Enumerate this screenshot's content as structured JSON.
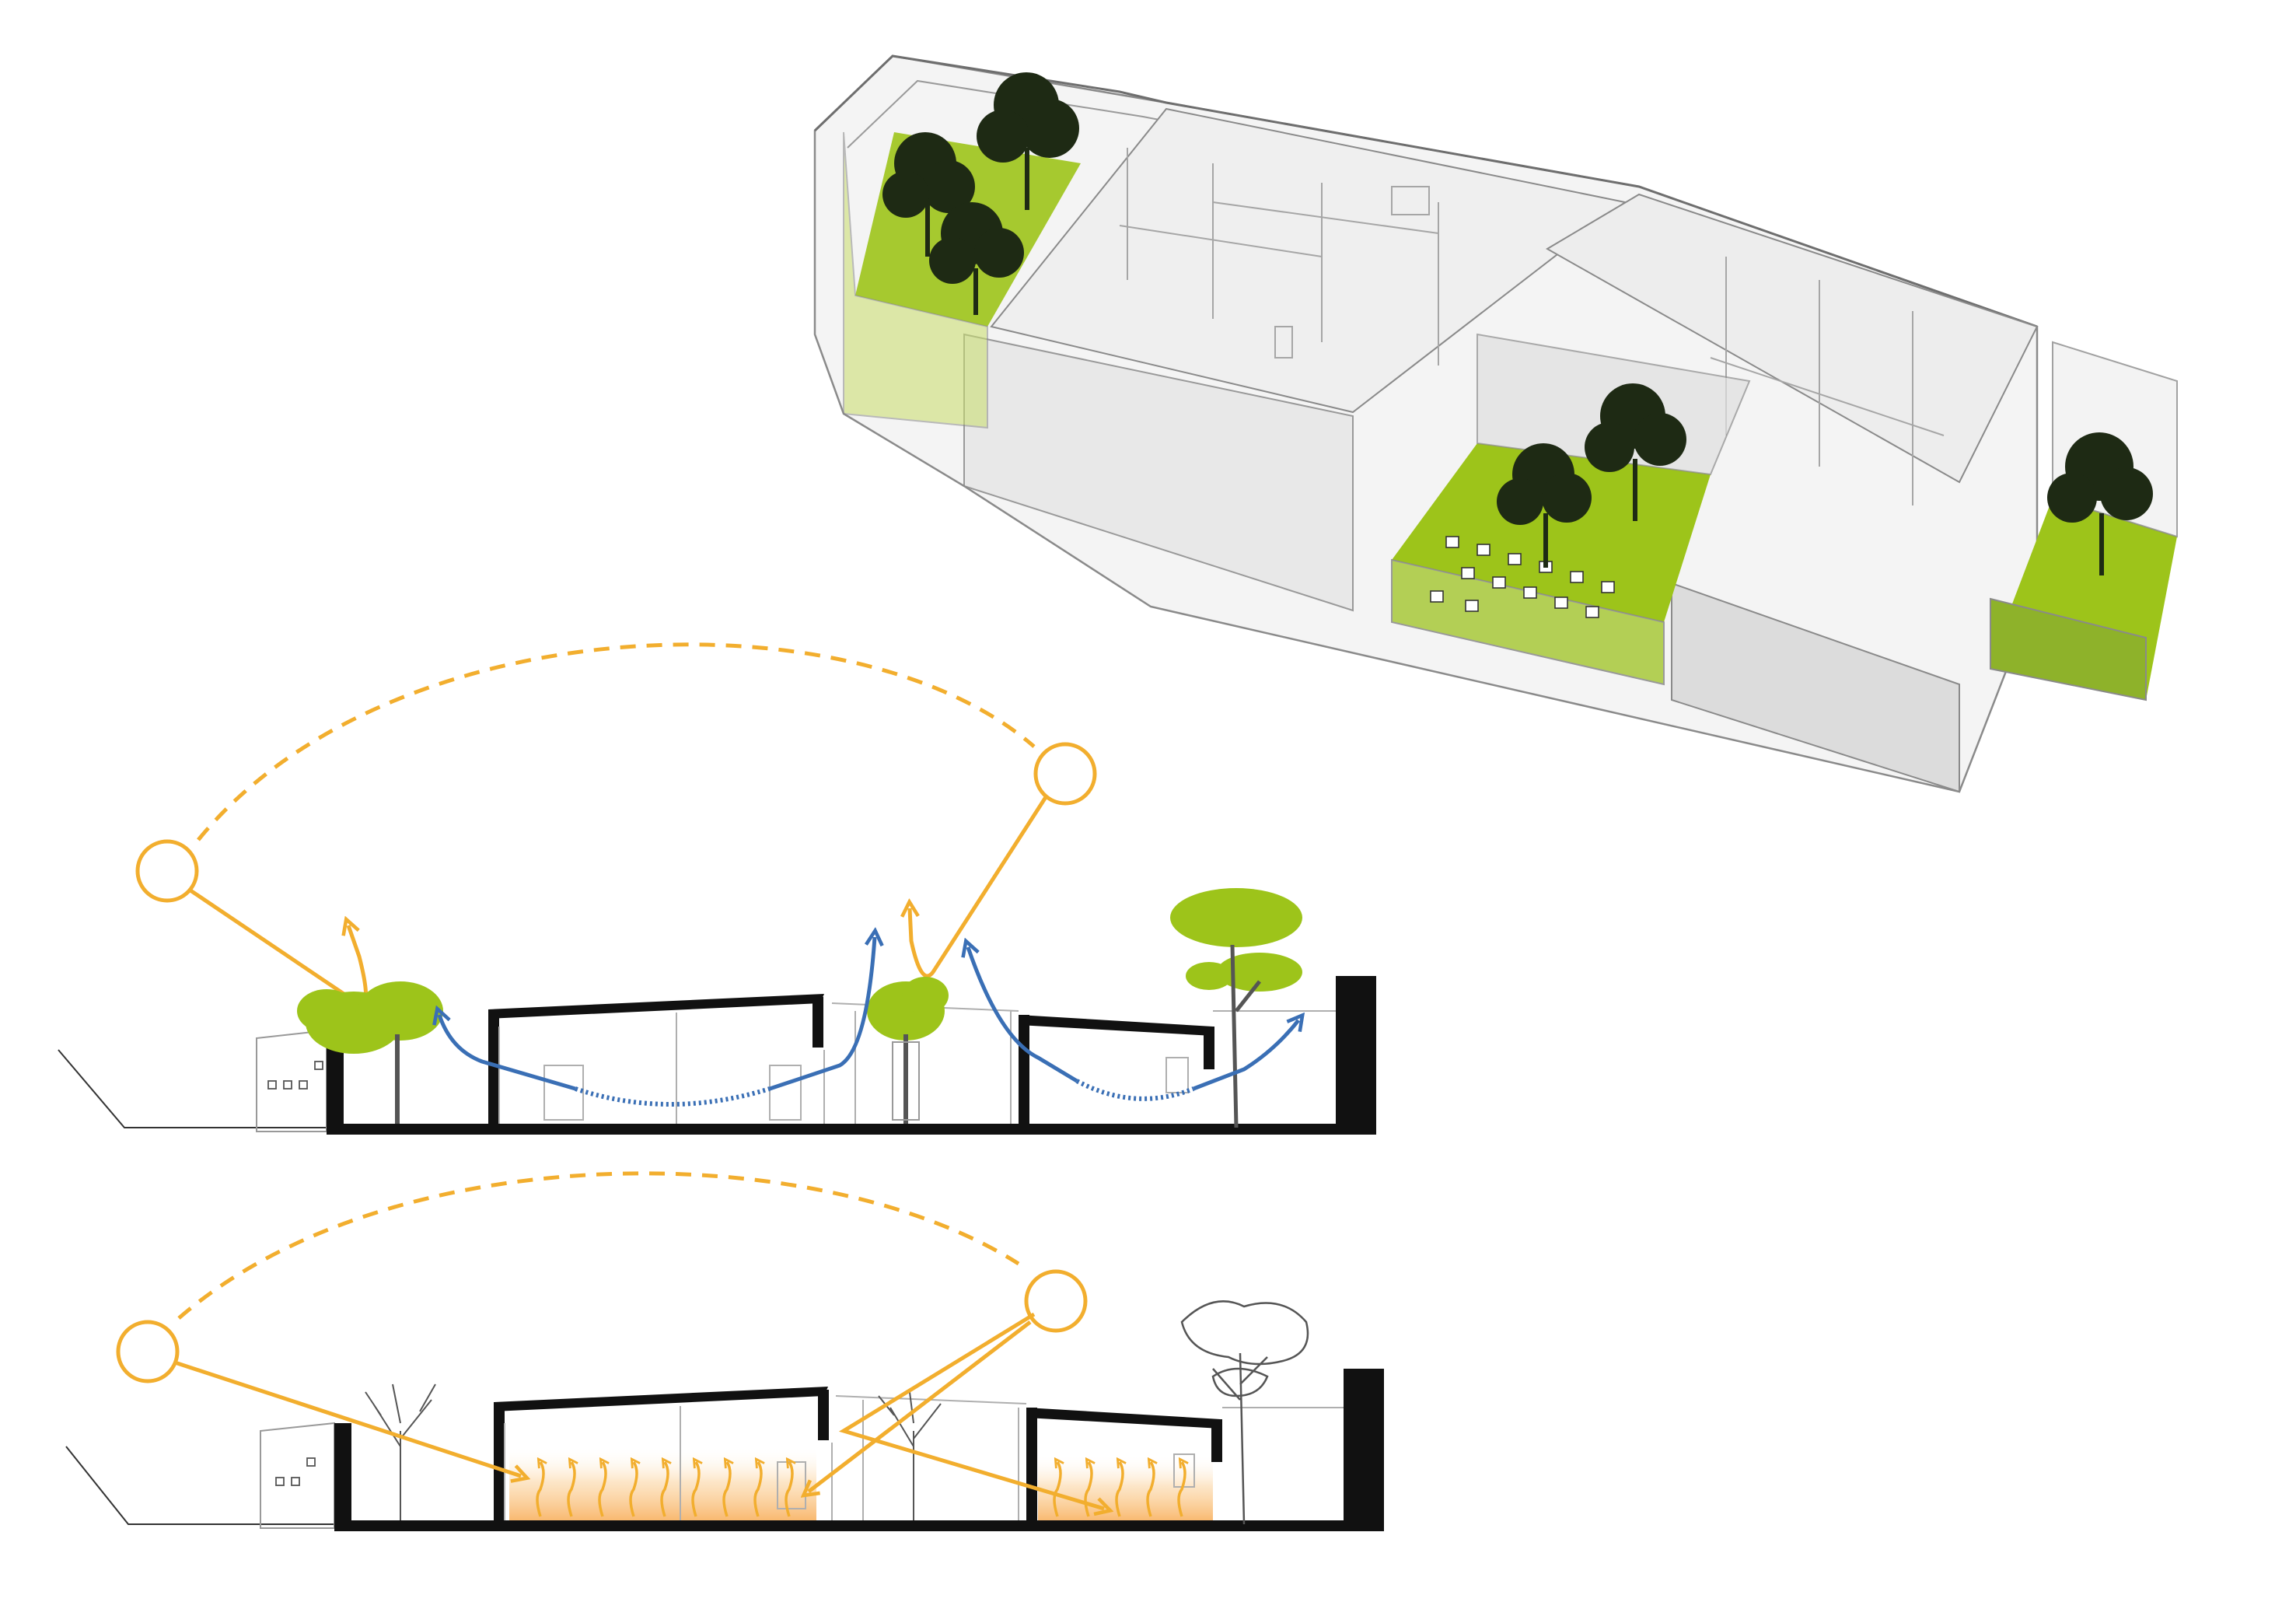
{
  "colors": {
    "sun": "#F2AE2E",
    "airflow": "#3A6FB5",
    "foliage": "#9DC41A",
    "foliage_dark": "#6F8F14",
    "tree_dark": "#1E2A14",
    "structure": "#111111",
    "glass_line": "#8A8A8A",
    "glass_fill": "#E4E4E4",
    "heat_glow": "#F7B057",
    "bare_tree": "#555555"
  },
  "icons": {
    "sun": "sun-circle-icon",
    "tree": "tree-icon",
    "airflow": "airflow-arrow-icon"
  },
  "views": {
    "axonometric": "isometric-building-with-patios",
    "summer_section": "shaded-ventilated-section",
    "winter_section": "solar-heated-section"
  }
}
